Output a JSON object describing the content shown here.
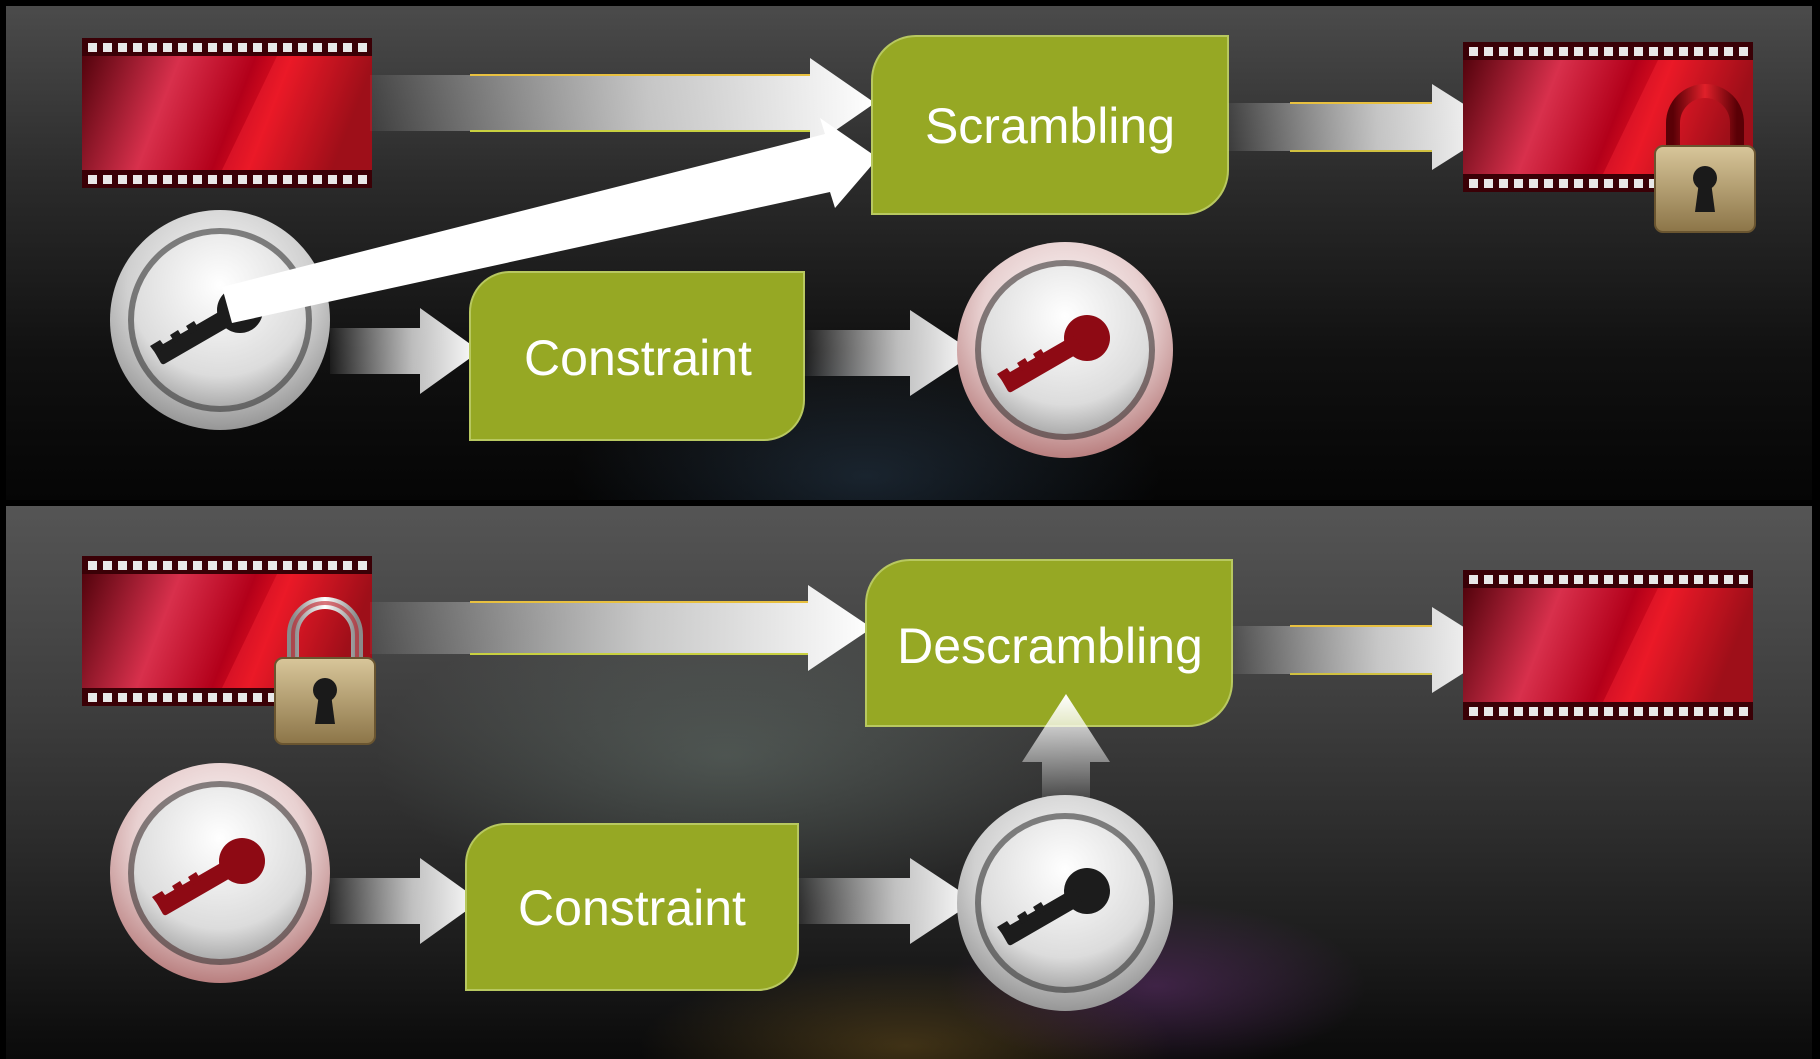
{
  "panels": [
    {
      "name": "scrambling-panel",
      "process_label": "Scrambling",
      "constraint_label": "Constraint",
      "input_film": "clear",
      "output_film": "locked",
      "input_key": "grey",
      "output_key": "red"
    },
    {
      "name": "descrambling-panel",
      "process_label": "Descrambling",
      "constraint_label": "Constraint",
      "input_film": "locked",
      "output_film": "clear",
      "input_key": "red",
      "output_key": "grey"
    }
  ],
  "colors": {
    "box_green": "#96a824",
    "film_red": "#c0001a",
    "key_red": "#8e0a14",
    "arrow_white": "#ffffff",
    "lock_gold": "#b8a06a"
  },
  "icons": [
    "film-strip-icon",
    "padlock-icon",
    "key-icon",
    "arrow-icon"
  ]
}
